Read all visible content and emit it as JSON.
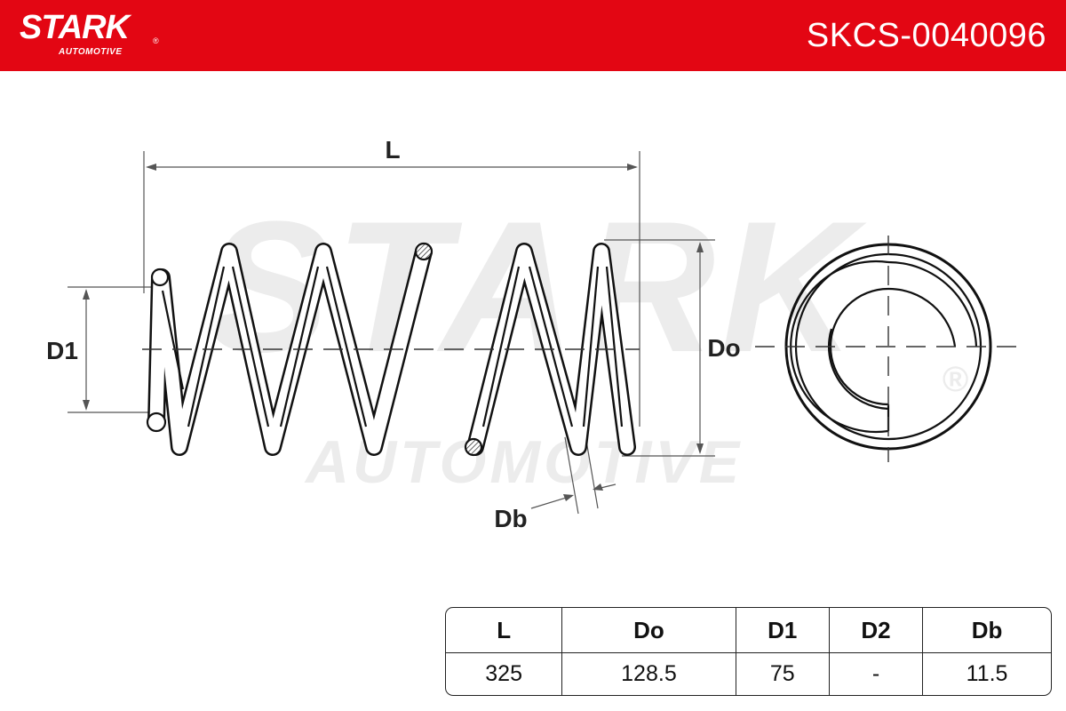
{
  "header": {
    "brand": "STARK",
    "brand_sub": "AUTOMOTIVE",
    "brand_reg": "®",
    "part_number": "SKCS-0040096",
    "color": "#e30613"
  },
  "drawing": {
    "labels": {
      "length": "L",
      "inner_diameter": "D1",
      "outer_diameter": "Do",
      "wire_diameter": "Db"
    },
    "watermark": {
      "main": "STARK",
      "sub": "AUTOMOTIVE",
      "reg": "®"
    }
  },
  "specs": {
    "headers": [
      "L",
      "Do",
      "D1",
      "D2",
      "Db"
    ],
    "values": [
      "325",
      "128.5",
      "75",
      "-",
      "11.5"
    ]
  }
}
